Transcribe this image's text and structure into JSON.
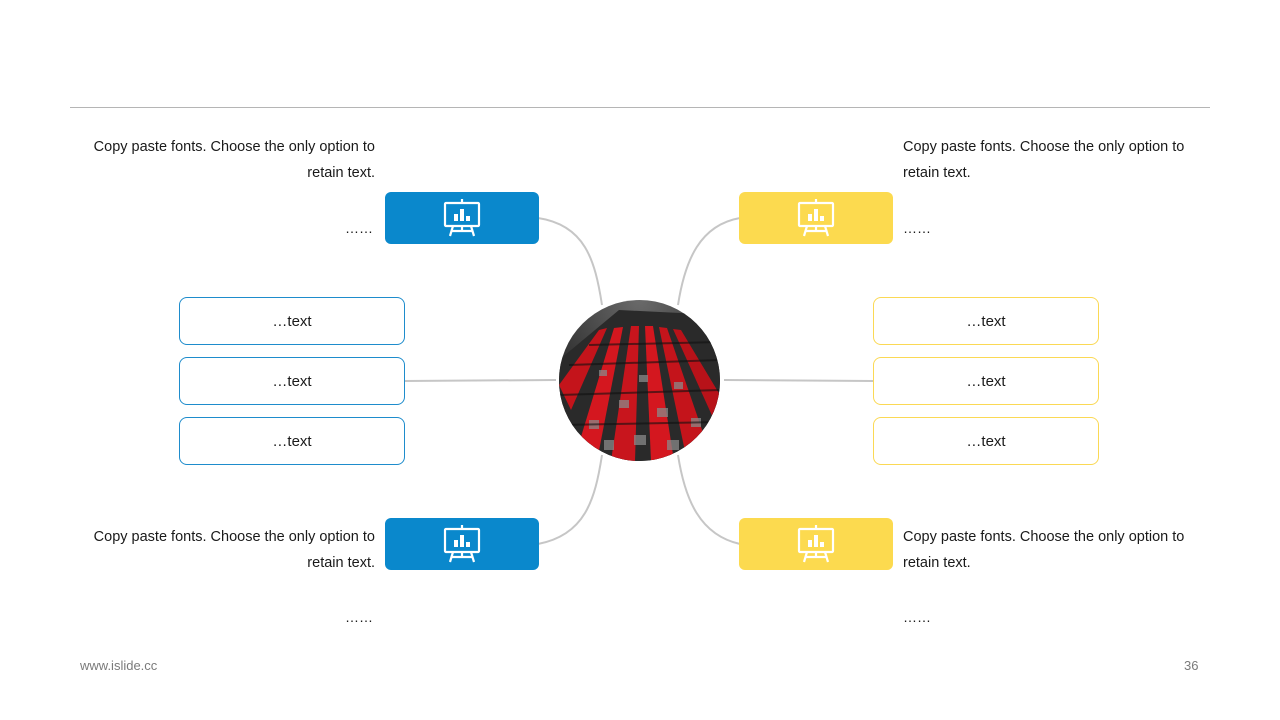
{
  "colors": {
    "blue": "#0a88cc",
    "yellow": "#fcda4f",
    "connector": "#c6c6c6"
  },
  "hub": {
    "image": "red-building-photo"
  },
  "top_left": {
    "desc": "Copy paste fonts. Choose the only option to retain text.",
    "dots": "……",
    "icon": "presentation-chart-icon"
  },
  "top_right": {
    "desc": "Copy paste fonts. Choose the only option to retain text.",
    "dots": "……",
    "icon": "presentation-chart-icon"
  },
  "bottom_left": {
    "desc": "Copy paste fonts. Choose the only option to retain text.",
    "dots": "……",
    "icon": "presentation-chart-icon"
  },
  "bottom_right": {
    "desc": "Copy paste fonts. Choose the only option to retain text.",
    "dots": "……",
    "icon": "presentation-chart-icon"
  },
  "left_boxes": [
    "…text",
    "…text",
    "…text"
  ],
  "right_boxes": [
    "…text",
    "…text",
    "…text"
  ],
  "footer": {
    "url": "www.islide.cc",
    "page": "36"
  }
}
